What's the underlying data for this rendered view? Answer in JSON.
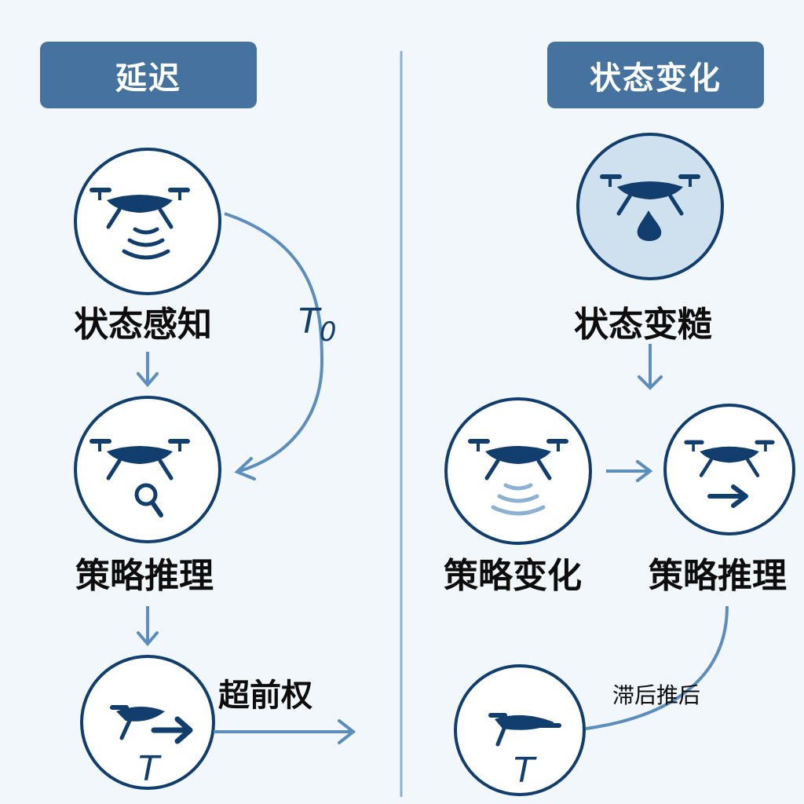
{
  "headers": {
    "left": "延迟",
    "right": "状态变化"
  },
  "left_column": {
    "node_perception": "状态感知",
    "node_policy": "策略推理",
    "edge_label_top": "超前权",
    "delay_symbol": "T",
    "delay_subscript": "0",
    "action_symbol": "T"
  },
  "right_column": {
    "node_state_change": "状态变糙",
    "node_policy_change": "策略变化",
    "node_policy_infer": "策略推理",
    "edge_label_lag": "滞后推后",
    "action_symbol": "T"
  },
  "colors": {
    "header_bg": "#45729e",
    "icon_dark": "#113e6d",
    "arrow": "#5b8dbd",
    "filled_node": "#cfe0ee",
    "background": "#f2f7fb"
  },
  "icons": [
    "drone-icon",
    "signal-waves-icon",
    "magnifier-icon",
    "arrow-right-icon",
    "drop-icon"
  ]
}
